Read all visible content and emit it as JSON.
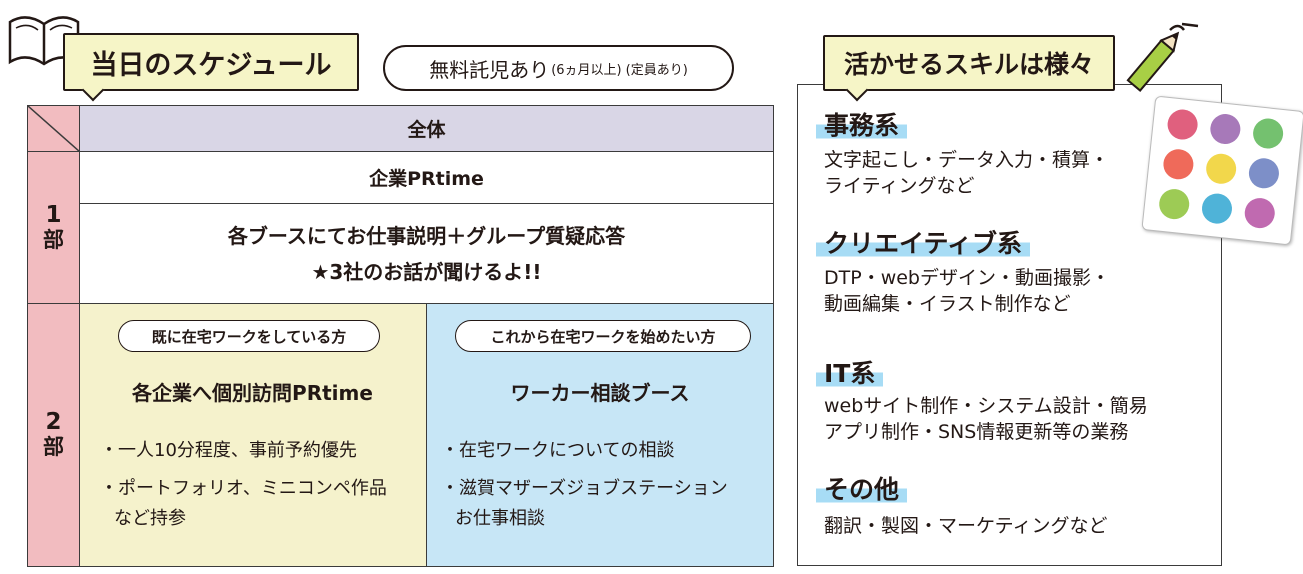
{
  "schedule": {
    "title": "当日のスケジュール",
    "childcare": {
      "main": "無料託児あり",
      "note1": "(6ヵ月以上)",
      "note2": "(定員あり)"
    },
    "header_all": "全体",
    "part1": {
      "label_num": "1",
      "label_text": "部",
      "row1": "企業PRtime",
      "row2_line1": "各ブースにてお仕事説明＋グループ質疑応答",
      "row2_line2": "★3社のお話が聞けるよ!!"
    },
    "part2": {
      "label_num": "2",
      "label_text": "部",
      "left": {
        "tag": "既に在宅ワークをしている方",
        "heading": "各企業へ個別訪問PRtime",
        "bullets": [
          "・一人10分程度、事前予約優先",
          "・ポートフォリオ、ミニコンペ作品",
          "など持参"
        ]
      },
      "right": {
        "tag": "これから在宅ワークを始めたい方",
        "heading": "ワーカー相談ブース",
        "bullets": [
          "・在宅ワークについての相談",
          "・滋賀マザーズジョブステーション",
          "お仕事相談"
        ]
      }
    }
  },
  "skills": {
    "title": "活かせるスキルは様々",
    "categories": [
      {
        "name": "事務系",
        "lines": [
          "文字起こし・データ入力・積算・",
          "ライティングなど"
        ]
      },
      {
        "name": "クリエイティブ系",
        "lines": [
          "DTP・webデザイン・動画撮影・",
          "動画編集・イラスト制作など"
        ]
      },
      {
        "name": "IT系",
        "lines": [
          "webサイト制作・システム設計・簡易",
          "アプリ制作・SNS情報更新等の業務"
        ]
      },
      {
        "name": "その他",
        "lines": [
          "翻訳・製図・マーケティングなど"
        ]
      }
    ]
  },
  "colors": {
    "pink": "#f2bcc0",
    "lavender": "#d9d6e6",
    "yellow": "#f5f2cc",
    "blue": "#c7e6f6",
    "highlight": "#a7dcf5",
    "heading_bg": "#f6f5c7"
  },
  "icons": [
    "book-icon",
    "pencil-icon",
    "skill-icons-sticker"
  ]
}
